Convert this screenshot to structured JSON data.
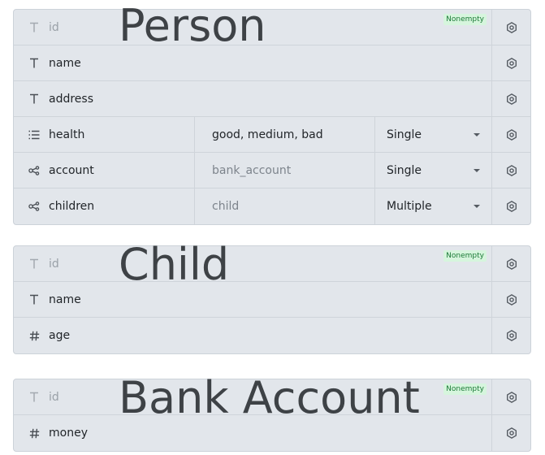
{
  "entities": [
    {
      "title": "Person",
      "badge": "Nonempty",
      "fields": [
        {
          "icon": "text-type-icon",
          "name": "id"
        },
        {
          "icon": "text-type-icon",
          "name": "name"
        },
        {
          "icon": "text-type-icon",
          "name": "address"
        },
        {
          "icon": "list-type-icon",
          "name": "health",
          "options": "good, medium, bad",
          "cardinality": "Single"
        },
        {
          "icon": "relation-type-icon",
          "name": "account",
          "target": "bank_account",
          "cardinality": "Single"
        },
        {
          "icon": "relation-type-icon",
          "name": "children",
          "target": "child",
          "cardinality": "Multiple"
        }
      ]
    },
    {
      "title": "Child",
      "badge": "Nonempty",
      "fields": [
        {
          "icon": "text-type-icon",
          "name": "id"
        },
        {
          "icon": "text-type-icon",
          "name": "name"
        },
        {
          "icon": "number-type-icon",
          "name": "age"
        }
      ]
    },
    {
      "title": "Bank Account",
      "badge": "Nonempty",
      "fields": [
        {
          "icon": "text-type-icon",
          "name": "id"
        },
        {
          "icon": "number-type-icon",
          "name": "money"
        }
      ]
    }
  ],
  "colors": {
    "card_bg": "#e2e6eb",
    "badge_bg": "#d6f5dd",
    "badge_text": "#1c7a37"
  }
}
